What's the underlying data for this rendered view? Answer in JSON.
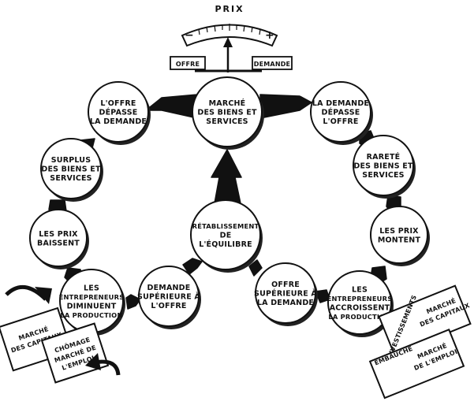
{
  "gauge": {
    "title": "PRIX",
    "minus": "−",
    "plus": "+",
    "left_label": "OFFRE",
    "right_label": "DEMANDE"
  },
  "nodes": {
    "center_top": [
      "MARCHÉ",
      "DES BIENS ET",
      "SERVICES"
    ],
    "left_1": [
      "L'OFFRE",
      "DÉPASSE",
      "LA DEMANDE"
    ],
    "left_2": [
      "SURPLUS",
      "DES BIENS ET",
      "SERVICES"
    ],
    "left_3": [
      "LES PRIX",
      "BAISSENT"
    ],
    "left_4": [
      "LES",
      "ENTREPRENEURS",
      "DIMINUENT",
      "LA PRODUCTION"
    ],
    "left_5": [
      "DEMANDE",
      "SUPÉRIEURE À",
      "L'OFFRE"
    ],
    "center_mid": [
      "RÉTABLISSEMENT",
      "DE",
      "L'ÉQUILIBRE"
    ],
    "right_5": [
      "OFFRE",
      "SUPÉRIEURE À",
      "LA DEMANDE"
    ],
    "right_1": [
      "LA DEMANDE",
      "DÉPASSE",
      "L'OFFRE"
    ],
    "right_2": [
      "RARETÉ",
      "DES BIENS ET",
      "SERVICES"
    ],
    "right_3": [
      "LES PRIX",
      "MONTENT"
    ],
    "right_4": [
      "LES",
      "ENTREPRENEURS",
      "ACCROISSENT",
      "LA PRODUCTION"
    ]
  },
  "boxes": {
    "left": {
      "top": [
        "MARCHÉ",
        "DES CAPITAUX"
      ],
      "bottom": [
        "CHÔMAGE",
        "MARCHÉ DE",
        "L'EMPLOI"
      ]
    },
    "right": {
      "top_side": "INVESTISSEMENTS",
      "top": [
        "MARCHÉ",
        "DES CAPITAUX"
      ],
      "bottom_side": "EMBAUCHE",
      "bottom": [
        "MARCHÉ",
        "DE L'EMPLOI"
      ]
    }
  }
}
